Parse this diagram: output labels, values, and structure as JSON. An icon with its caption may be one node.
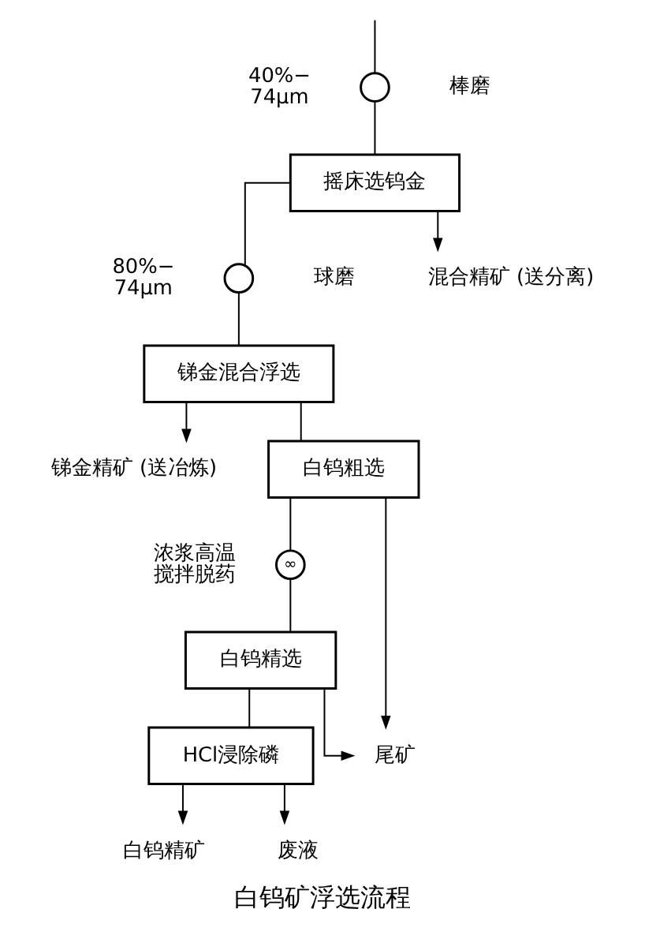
{
  "diagram": {
    "caption": "白钨矿浮选流程",
    "nodes": [
      {
        "text": [],
        "shape": "circle",
        "beside": [
          "40%−74μm",
          "棒磨"
        ]
      },
      {
        "text": [
          "摇床选钨金"
        ]
      },
      {
        "text": [
          "混合精矿 (送分离)"
        ]
      },
      {
        "text": [],
        "shape": "circle",
        "beside": [
          "80%−74μm",
          "球磨"
        ]
      },
      {
        "text": [
          "锑金混合浮选"
        ]
      },
      {
        "text": [
          "锑金精矿 (送冶炼)"
        ]
      },
      {
        "text": [
          "白钨粗选"
        ]
      },
      {
        "text": [
          "∞"
        ],
        "beside": [
          "浓浆高温搅拌脱药"
        ]
      },
      {
        "text": [
          "白钨精选"
        ]
      },
      {
        "text": [
          "HCl浸除磷"
        ]
      },
      {
        "text": [
          "白钨精矿"
        ]
      },
      {
        "text": [
          "废液"
        ]
      },
      {
        "text": [
          "尾矿"
        ]
      }
    ],
    "edges": [
      {
        "from": null,
        "to": 0,
        "arrow": "none"
      },
      {
        "from": 0,
        "to": 1,
        "arrow": "none"
      },
      {
        "from": 1,
        "to": 2,
        "arrow": "to"
      },
      {
        "from": 1,
        "to": 3,
        "arrow": "none"
      },
      {
        "from": 3,
        "to": 4,
        "arrow": "none"
      },
      {
        "from": 4,
        "to": 5,
        "arrow": "to"
      },
      {
        "from": 4,
        "to": 6,
        "arrow": "none"
      },
      {
        "from": 6,
        "to": 7,
        "arrow": "none"
      },
      {
        "from": 7,
        "to": 8,
        "arrow": "none"
      },
      {
        "from": 8,
        "to": 9,
        "arrow": "none"
      },
      {
        "from": 9,
        "to": 10,
        "arrow": "to"
      },
      {
        "from": 9,
        "to": 11,
        "arrow": "to"
      },
      {
        "from": 6,
        "to": 12,
        "arrow": "to"
      },
      {
        "from": 8,
        "to": 12,
        "arrow": "to"
      }
    ]
  }
}
